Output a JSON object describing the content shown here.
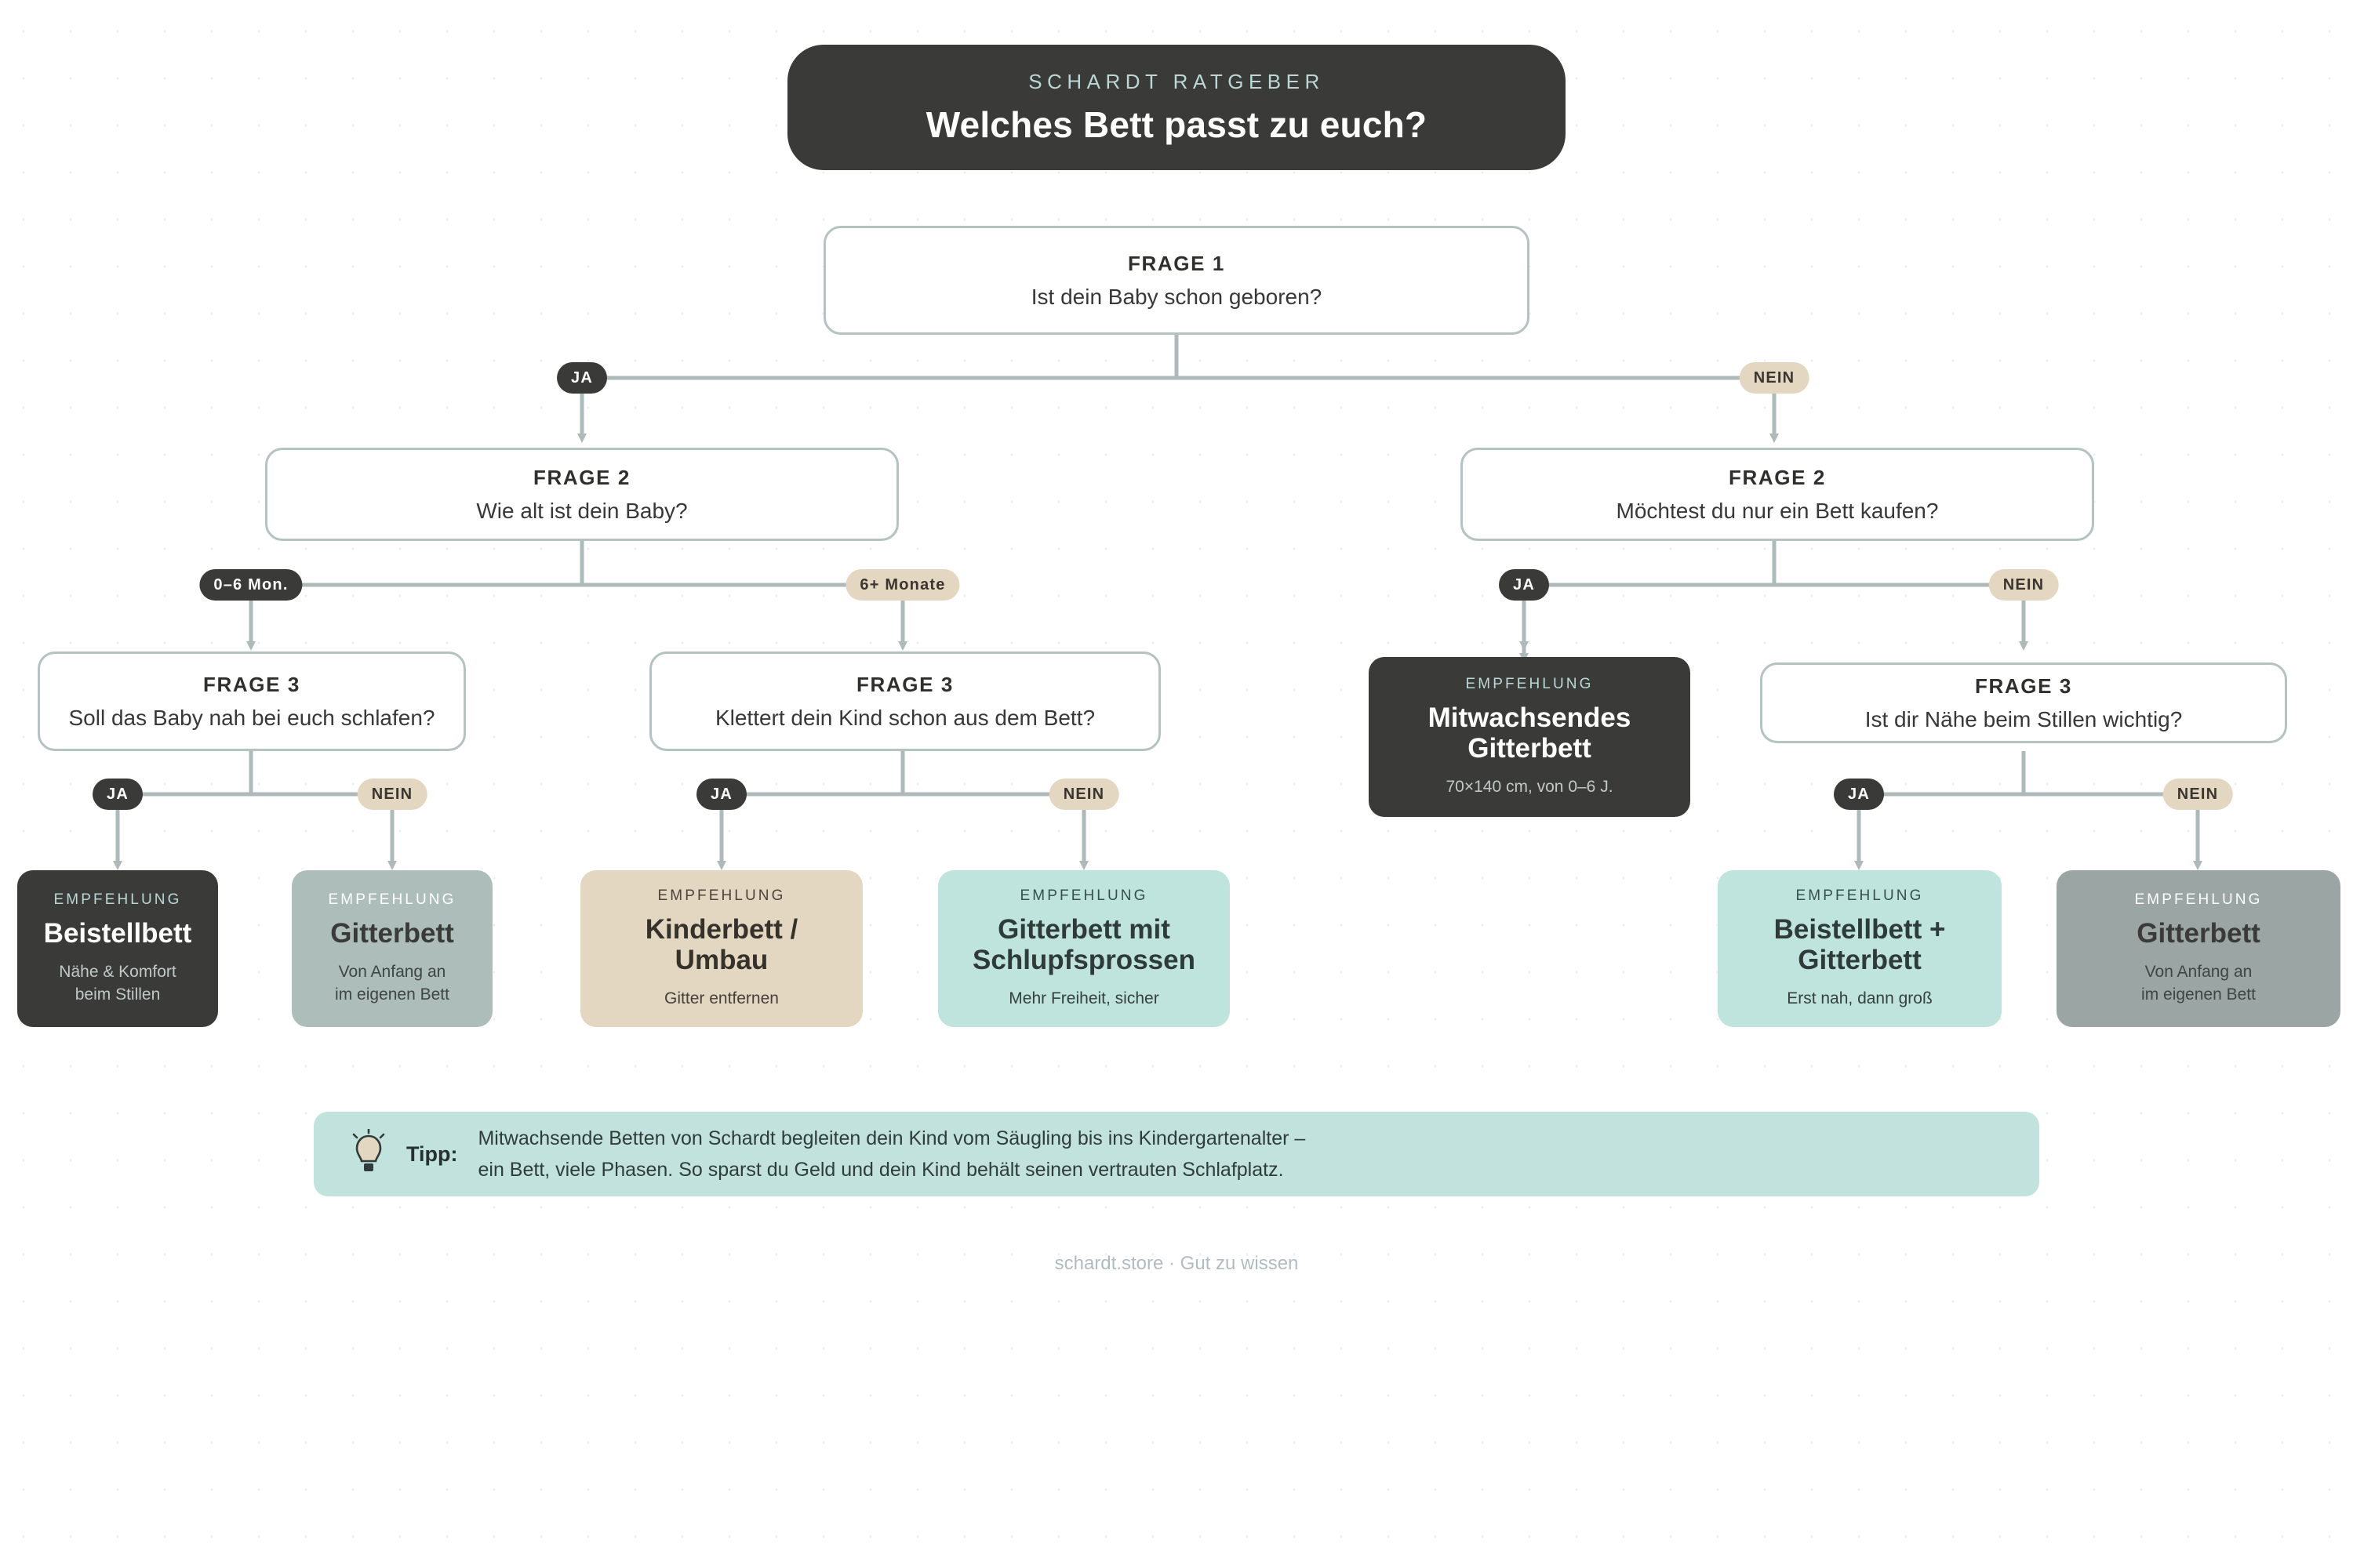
{
  "header": {
    "eyebrow": "SCHARDT RATGEBER",
    "title": "Welches Bett passt zu euch?"
  },
  "nodes": {
    "q1": {
      "kicker": "FRAGE 1",
      "text": "Ist dein Baby schon geboren?"
    },
    "q2_left": {
      "kicker": "FRAGE 2",
      "text": "Wie alt ist dein Baby?"
    },
    "q2_right": {
      "kicker": "FRAGE 2",
      "text": "Möchtest du nur ein Bett kaufen?"
    },
    "q3_a": {
      "kicker": "FRAGE 3",
      "text": "Soll das Baby nah bei euch schlafen?"
    },
    "q3_b": {
      "kicker": "FRAGE 3",
      "text": "Klettert dein Kind schon aus dem Bett?"
    },
    "q3_c": {
      "kicker": "FRAGE 3",
      "text": "Ist dir Nähe beim Stillen wichtig?"
    }
  },
  "edges": {
    "e1_ja": "JA",
    "e1_nein": "NEIN",
    "e2_young": "0–6 Mon.",
    "e2_old": "6+ Monate",
    "e3_ja": "JA",
    "e3_nein": "NEIN",
    "e4_ja": "JA",
    "e4_nein": "NEIN",
    "e5_ja": "JA",
    "e5_nein": "NEIN"
  },
  "cards": {
    "eyebrow": "EMPFEHLUNG",
    "r1": {
      "eyebrow": "EMPFEHLUNG",
      "title": "Beistellbett",
      "sub": "Nähe & Komfort\nbeim Stillen"
    },
    "r2": {
      "eyebrow": "EMPFEHLUNG",
      "title": "Gitterbett",
      "sub": "Von Anfang an\nim eigenen Bett"
    },
    "r3": {
      "eyebrow": "EMPFEHLUNG",
      "title": "Kinderbett /\nUmbau",
      "sub": "Gitter entfernen"
    },
    "r4": {
      "eyebrow": "EMPFEHLUNG",
      "title": "Gitterbett mit\nSchlupfsprossen",
      "sub": "Mehr Freiheit, sicher"
    },
    "r5": {
      "eyebrow": "EMPFEHLUNG",
      "title": "Mitwachsendes\nGitterbett",
      "sub": "70×140 cm, von 0–6 J."
    },
    "r6": {
      "eyebrow": "EMPFEHLUNG",
      "title": "Beistellbett +\nGitterbett",
      "sub": "Erst nah, dann groß"
    },
    "r7": {
      "eyebrow": "EMPFEHLUNG",
      "title": "Gitterbett",
      "sub": "Von Anfang an\nim eigenen Bett"
    }
  },
  "tip": {
    "label": "Tipp:",
    "line1": "Mitwachsende Betten von Schardt begleiten dein Kind vom Säugling bis ins Kindergartenalter –",
    "line2": "ein Bett, viele Phasen. So sparst du Geld und dein Kind behält seinen vertrauten Schlafplatz."
  },
  "footer": {
    "text": "schardt.store · Gut zu wissen"
  },
  "colors": {
    "dark": "#3a3a38",
    "mint": "#bfe4dd",
    "tan": "#e4d7c1",
    "sage": "#adbdb9",
    "gray": "#9ba5a4",
    "line": "#aebaba"
  }
}
